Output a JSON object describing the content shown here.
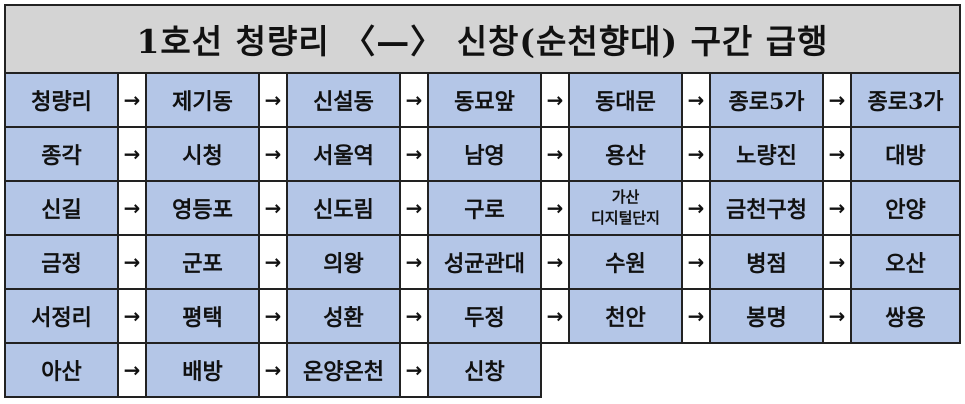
{
  "title": "1호선 청량리 〈—〉 신창(순천향대) 구간 급행",
  "arrow": "→",
  "rows": [
    [
      "청량리",
      "제기동",
      "신설동",
      "동묘앞",
      "동대문",
      "종로5가",
      "종로3가"
    ],
    [
      "종각",
      "시청",
      "서울역",
      "남영",
      "용산",
      "노량진",
      "대방"
    ],
    [
      "신길",
      "영등포",
      "신도림",
      "구로",
      "가산\n디지털단지",
      "금천구청",
      "안양"
    ],
    [
      "금정",
      "군포",
      "의왕",
      "성균관대",
      "수원",
      "병점",
      "오산"
    ],
    [
      "서정리",
      "평택",
      "성환",
      "두정",
      "천안",
      "봉명",
      "쌍용"
    ],
    [
      "아산",
      "배방",
      "온양온천",
      "신창"
    ]
  ],
  "special": {
    "gasan_line1": "가산",
    "gasan_line2": "디지털단지"
  }
}
